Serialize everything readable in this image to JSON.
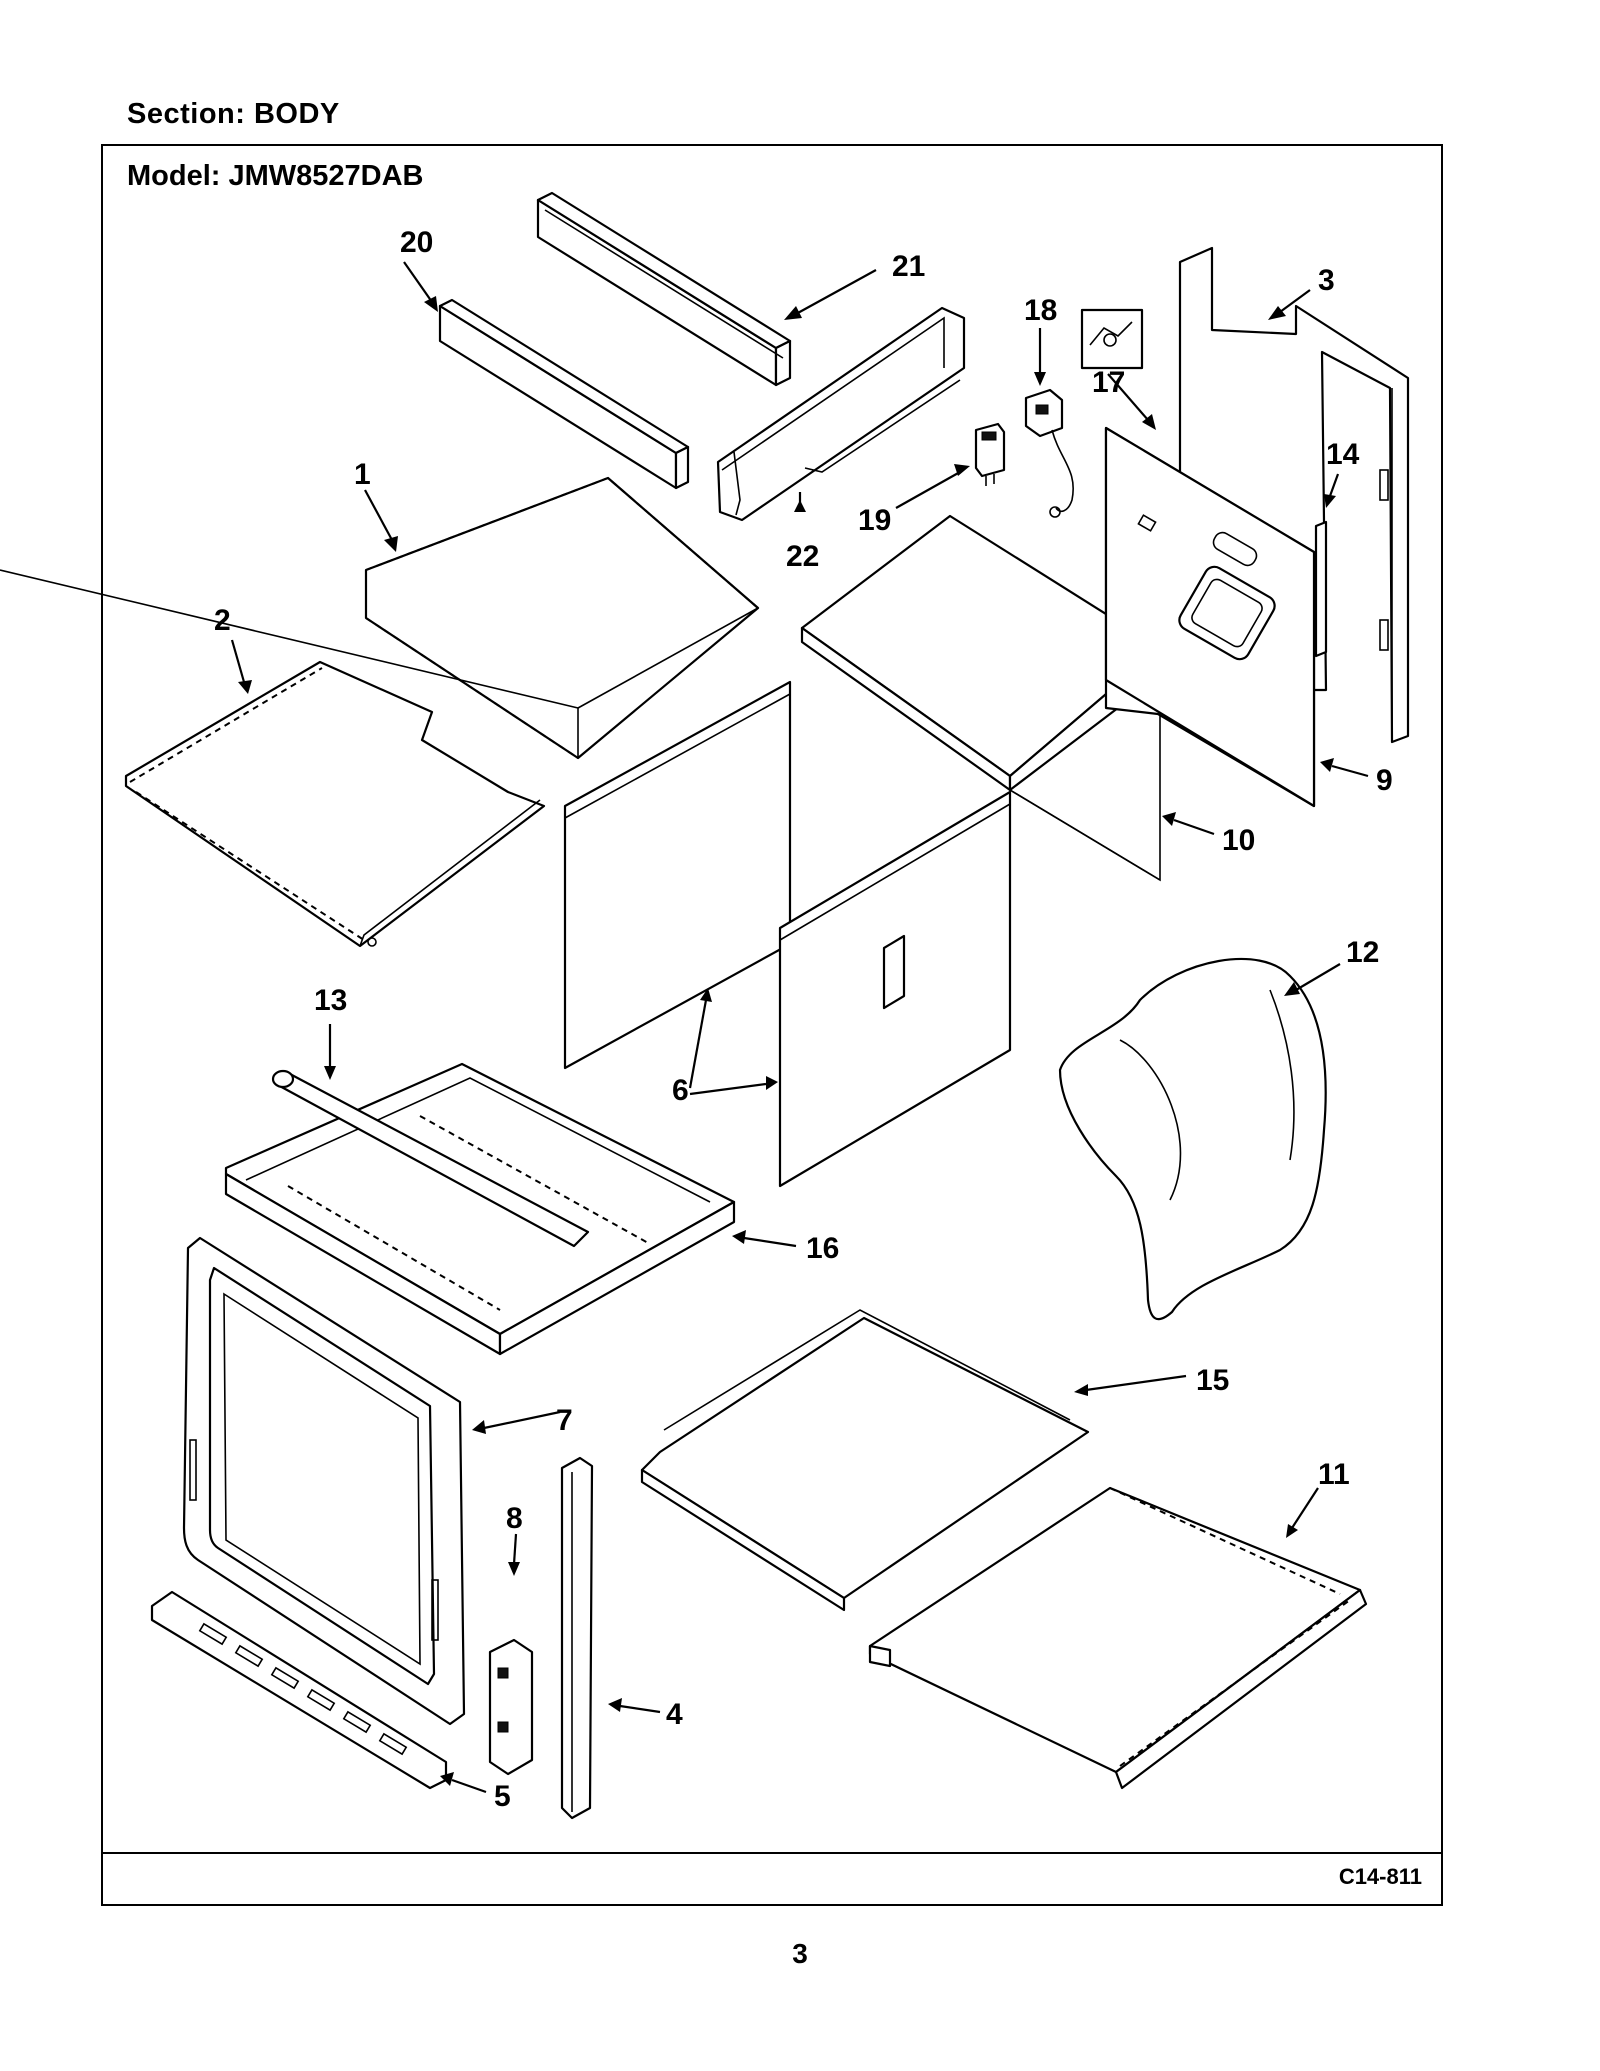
{
  "header": {
    "section": "Section:  BODY",
    "model": "Model:  JMW8527DAB"
  },
  "footer": {
    "diagram_code": "C14-811",
    "page_number": "3"
  },
  "callouts": [
    {
      "id": "1",
      "label": "1"
    },
    {
      "id": "2",
      "label": "2"
    },
    {
      "id": "3",
      "label": "3"
    },
    {
      "id": "4",
      "label": "4"
    },
    {
      "id": "5",
      "label": "5"
    },
    {
      "id": "6",
      "label": "6"
    },
    {
      "id": "7",
      "label": "7"
    },
    {
      "id": "8",
      "label": "8"
    },
    {
      "id": "9",
      "label": "9"
    },
    {
      "id": "10",
      "label": "10"
    },
    {
      "id": "11",
      "label": "11"
    },
    {
      "id": "12",
      "label": "12"
    },
    {
      "id": "13",
      "label": "13"
    },
    {
      "id": "14",
      "label": "14"
    },
    {
      "id": "15",
      "label": "15"
    },
    {
      "id": "16",
      "label": "16"
    },
    {
      "id": "17",
      "label": "17"
    },
    {
      "id": "18",
      "label": "18"
    },
    {
      "id": "19",
      "label": "19"
    },
    {
      "id": "20",
      "label": "20"
    },
    {
      "id": "21",
      "label": "21"
    },
    {
      "id": "22",
      "label": "22"
    }
  ]
}
